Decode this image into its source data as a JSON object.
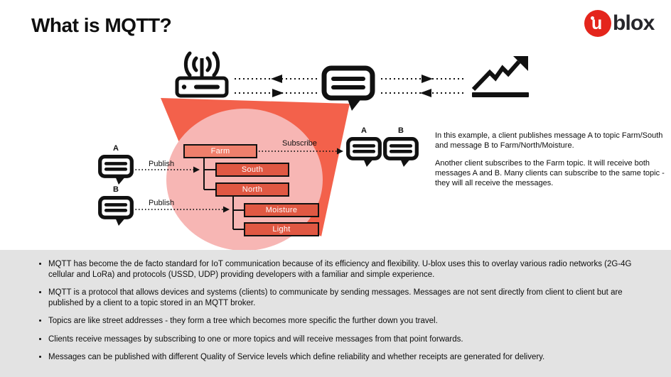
{
  "header": {
    "title": "What is MQTT?",
    "logo": {
      "letter": "u",
      "text": "blox"
    }
  },
  "diagram": {
    "publishers": [
      {
        "label": "A",
        "action": "Publish"
      },
      {
        "label": "B",
        "action": "Publish"
      }
    ],
    "subscribe_label": "Subscribe",
    "subscribers": [
      {
        "label": "A"
      },
      {
        "label": "B"
      }
    ],
    "topics": [
      {
        "label": "Farm"
      },
      {
        "label": "South"
      },
      {
        "label": "North"
      },
      {
        "label": "Moisture"
      },
      {
        "label": "Light"
      }
    ],
    "icons": {
      "left": "wifi-router",
      "center": "message-bubble-broker",
      "right": "line-chart-arrow",
      "clients": "message-bubble"
    }
  },
  "example": {
    "p1": "In this example, a client publishes message A to topic Farm/South and message B to Farm/North/Moisture.",
    "p2": "Another client subscribes to the Farm topic. It will receive both messages A and B. Many clients can subscribe to the same topic - they will all receive the messages."
  },
  "panel": {
    "bullets": [
      "MQTT has become the de facto standard for IoT communication because of its efficiency and flexibility. U-blox uses this to overlay various radio networks (2G-4G cellular and LoRa) and protocols (USSD, UDP) providing developers with a familiar and simple experience.",
      "MQTT is a protocol that allows devices and systems (clients) to communicate by sending messages. Messages are not sent directly from client to client but are published by a client to a topic stored in an MQTT broker.",
      "Topics are like street addresses - they form a tree which becomes more specific the further down you travel.",
      "Clients receive messages by subscribing to one or more topics and will receive messages from that point forwards.",
      "Messages can be published with different Quality of Service levels which define reliability and whether receipts are generated for delivery."
    ]
  },
  "colors": {
    "brand_red": "#E4251C",
    "beam_red": "#F3614B",
    "circle_pink": "#F7B6B4",
    "topic_root_fill": "#EF7F6C",
    "topic_node_fill": "#E05843",
    "panel_gray": "#E3E3E3",
    "ink": "#111111"
  }
}
